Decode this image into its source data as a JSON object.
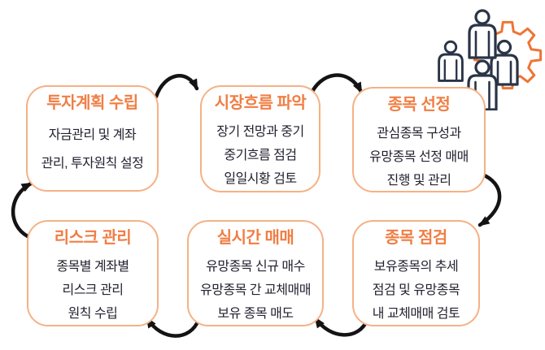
{
  "diagram": {
    "type": "cycle-flowchart",
    "boxes": [
      {
        "id": "investment-plan",
        "title": "투자계획 수립",
        "lines": [
          "자금관리 및 계좌",
          "관리, 투자원칙 설정"
        ]
      },
      {
        "id": "market-flow",
        "title": "시장흐름 파악",
        "lines": [
          "장기 전망과 중기",
          "중기흐름 점검",
          "일일시황 검토"
        ]
      },
      {
        "id": "stock-selection",
        "title": "종목 선정",
        "lines": [
          "관심종목 구성과",
          "유망종목 선정 매매",
          "진행 및 관리"
        ]
      },
      {
        "id": "risk-management",
        "title": "리스크 관리",
        "lines": [
          "종목별 계좌별",
          "리스크 관리",
          "원칙 수립"
        ]
      },
      {
        "id": "realtime-trading",
        "title": "실시간 매매",
        "lines": [
          "유망종목 신규 매수",
          "유망종목 간 교체매매",
          "보유 종목 매도"
        ]
      },
      {
        "id": "stock-check",
        "title": "종목 점검",
        "lines": [
          "보유종목의 추세",
          "점검 및 유망종목",
          "내 교체매매 검토"
        ]
      }
    ],
    "connections": [
      {
        "from": "investment-plan",
        "to": "market-flow"
      },
      {
        "from": "market-flow",
        "to": "stock-selection"
      },
      {
        "from": "stock-selection",
        "to": "stock-check"
      },
      {
        "from": "stock-check",
        "to": "realtime-trading"
      },
      {
        "from": "realtime-trading",
        "to": "risk-management"
      },
      {
        "from": "risk-management",
        "to": "investment-plan"
      }
    ],
    "icons": {
      "top_right": "people-gear-icon"
    },
    "colors": {
      "box_border": "#F5B185",
      "title_text": "#F07E44",
      "body_text": "#232230",
      "arrow_color": "#141414",
      "person_outline": "#2A3447",
      "gear_outline": "#EE7434",
      "page_bg": "#ffffff"
    }
  }
}
